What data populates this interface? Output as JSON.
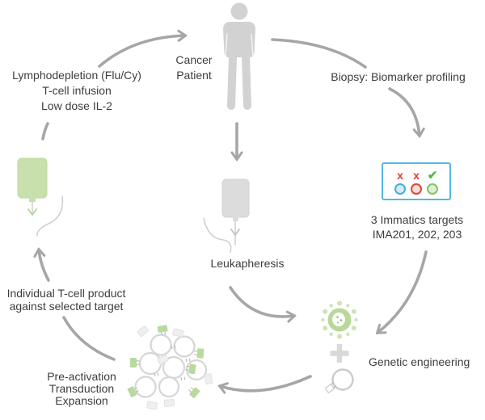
{
  "labels": {
    "lymphodepletion": {
      "lines": [
        "Lymphodepletion (Flu/Cy)",
        "T-cell infusion",
        "Low dose IL-2"
      ]
    },
    "patient": {
      "lines": [
        "Cancer",
        "Patient"
      ]
    },
    "biopsy": {
      "text": "Biopsy: Biomarker profiling"
    },
    "targets": {
      "lines": [
        "3 Immatics targets",
        "IMA201, 202, 203"
      ]
    },
    "leukapheresis": {
      "text": "Leukapheresis"
    },
    "genetic_engineering": {
      "text": "Genetic engineering"
    },
    "tcell_product": {
      "lines": [
        "Individual T-cell product",
        "against selected target"
      ]
    },
    "manufacturing": {
      "lines": [
        "Pre-activation",
        "Transduction",
        "Expansion"
      ]
    }
  },
  "biomarker_card": {
    "marks": [
      {
        "glyph": "x",
        "color": "#e23a2e"
      },
      {
        "glyph": "x",
        "color": "#e23a2e"
      },
      {
        "glyph": "✔",
        "color": "#57b847"
      }
    ],
    "wells": [
      {
        "name": "blue-well",
        "stroke": "#47ade0",
        "fill": "#d2ecf9"
      },
      {
        "name": "red-well",
        "stroke": "#d8473c",
        "fill": "#f8dbd6"
      },
      {
        "name": "green-well",
        "stroke": "#80c46b",
        "fill": "#dcefce"
      }
    ],
    "border_color": "#54b8e3"
  },
  "icons": {
    "patient": "human-silhouette",
    "leukapheresis_bag": "iv-bag-gray",
    "product_bag": "iv-bag-green",
    "biomarker_panel": "test-card-with-marks",
    "viral_vector": "virus-particle",
    "plus": "plus-sign",
    "plasmid": "plasmid-circle",
    "engineered_cells": "t-cell-cluster"
  },
  "colors": {
    "arrow": "#a6a6a6",
    "text": "#3d3d3d",
    "figure_gray": "#d2d2d2",
    "bag_gray": "#dcdcdc",
    "bag_green": "#c8e0ac",
    "virus_green": "#b8d89a",
    "receptor_green": "#b2d795"
  }
}
